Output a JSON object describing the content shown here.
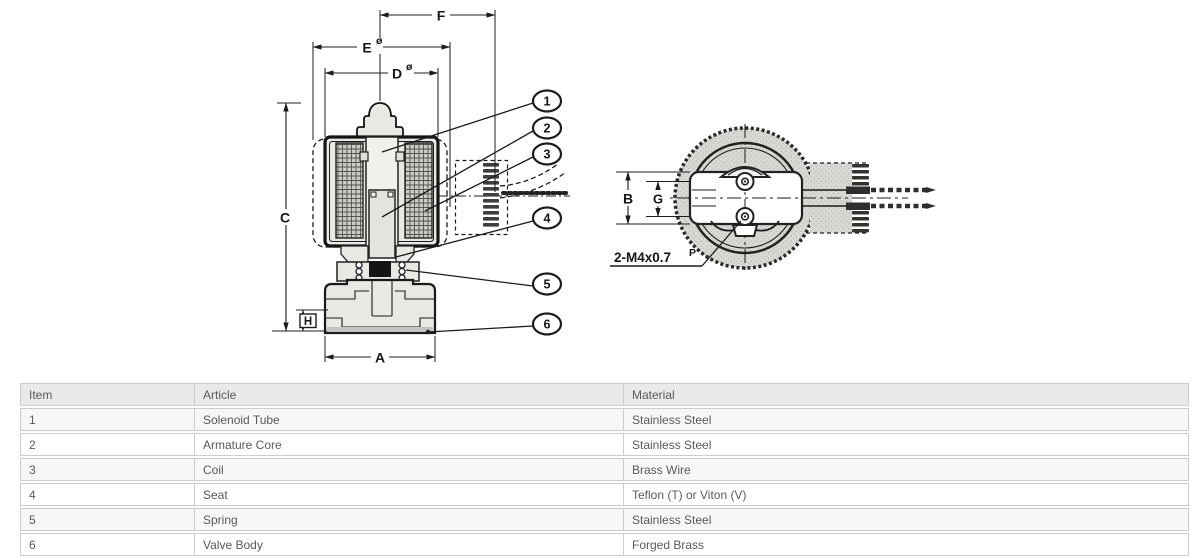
{
  "drawing": {
    "dimension_labels": {
      "A": "A",
      "B": "B",
      "C": "C",
      "D": "D",
      "E": "E",
      "F": "F",
      "G": "G",
      "H": "H"
    },
    "diameter_symbol": "ø",
    "callouts": [
      "1",
      "2",
      "3",
      "4",
      "5",
      "6"
    ],
    "thread_label": "2-M4x0.7",
    "thread_label_superscript": "P"
  },
  "table": {
    "headers": [
      "Item",
      "Article",
      "Material"
    ],
    "rows": [
      {
        "item": "1",
        "article": "Solenoid Tube",
        "material": "Stainless Steel"
      },
      {
        "item": "2",
        "article": "Armature Core",
        "material": "Stainless Steel"
      },
      {
        "item": "3",
        "article": "Coil",
        "material": "Brass Wire"
      },
      {
        "item": "4",
        "article": "Seat",
        "material": "Teflon (T) or Viton (V)"
      },
      {
        "item": "5",
        "article": "Spring",
        "material": "Stainless Steel"
      },
      {
        "item": "6",
        "article": "Valve Body",
        "material": "Forged Brass"
      }
    ]
  },
  "colors": {
    "table_header_bg": "#e9e9e9",
    "table_row_alt_bg": "#f7f7f7",
    "table_border": "#cccccc",
    "table_text": "#5a5a5a",
    "drawing_ink": "#1c1c1c"
  }
}
